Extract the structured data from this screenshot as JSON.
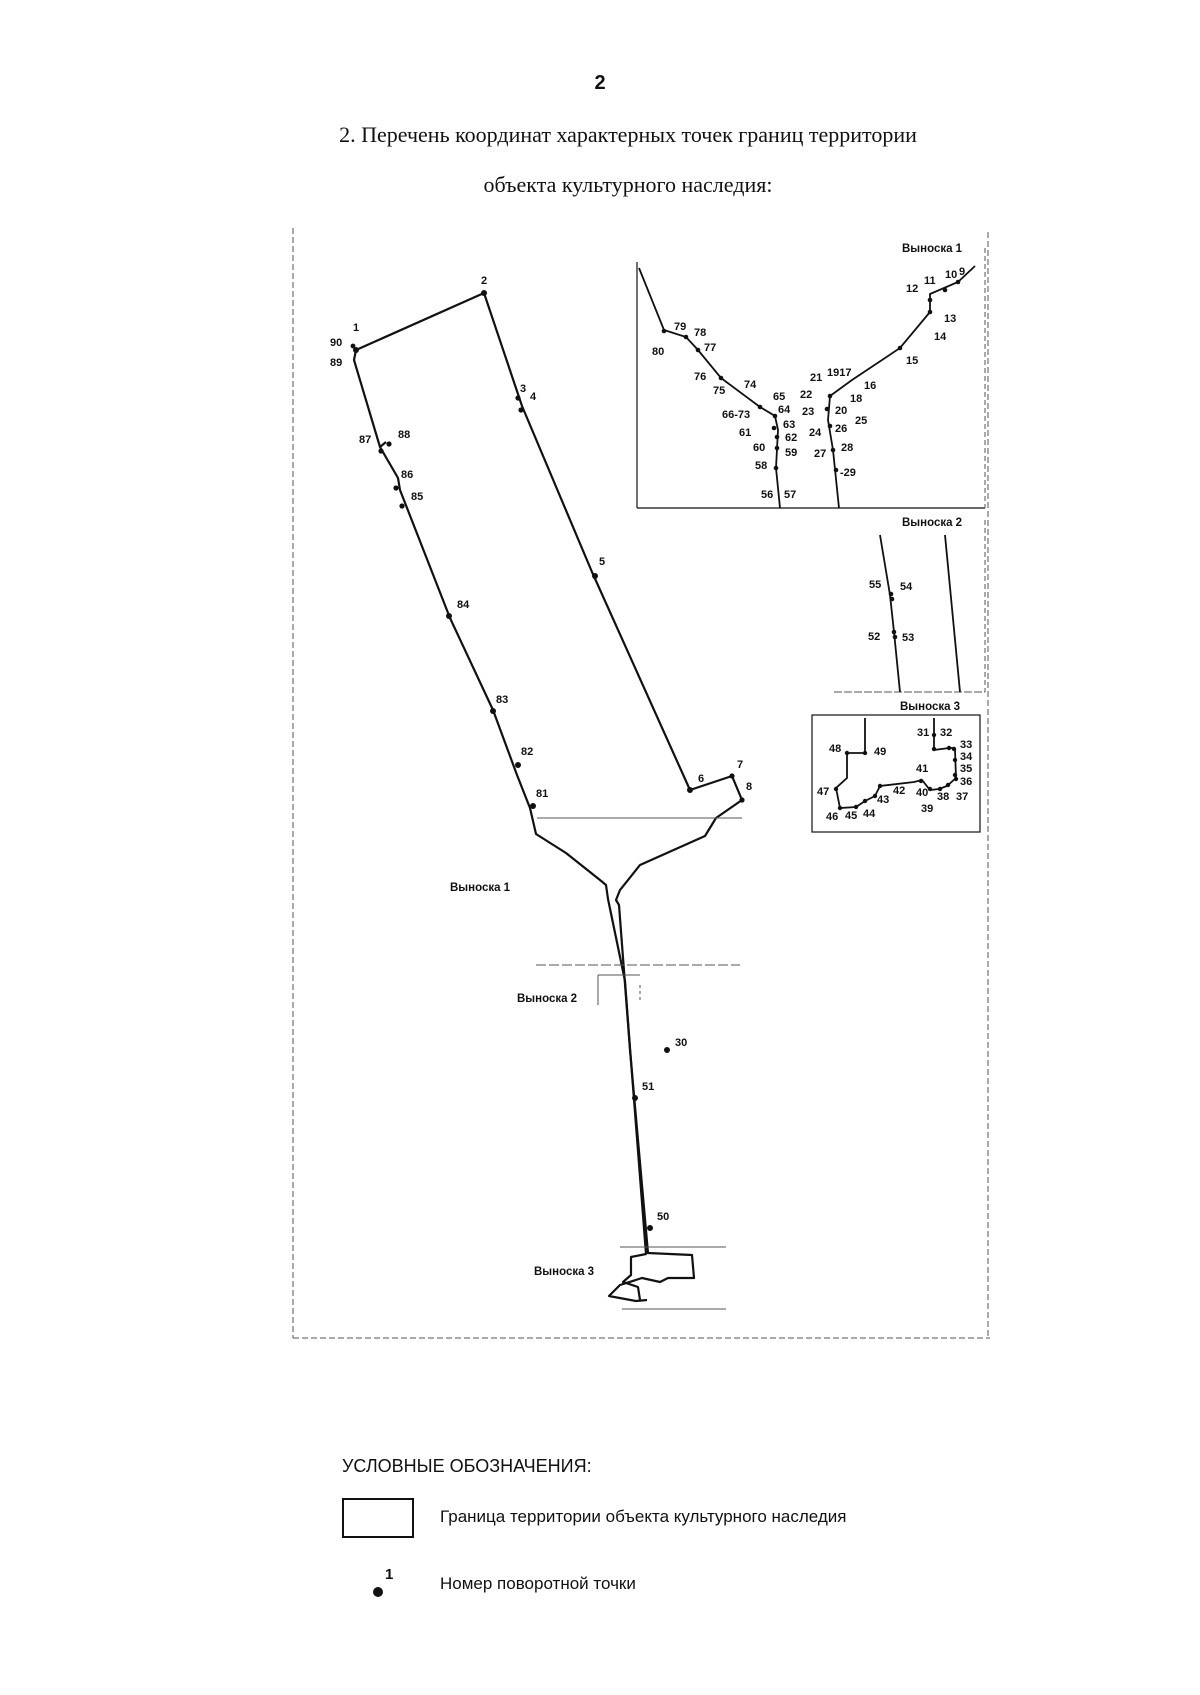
{
  "page_number": "2",
  "heading": {
    "line1": "2. Перечень координат характерных точек границ территории",
    "line2": "объекта культурного наследия:"
  },
  "callouts": {
    "callout1": "Выноска 1",
    "callout2": "Выноска 2",
    "callout3": "Выноска 3"
  },
  "legend": {
    "title": "УСЛОВНЫЕ ОБОЗНАЧЕНИЯ:",
    "boundary_label": "Граница территории объекта культурного наследия",
    "point_sample_number": "1",
    "point_label": "Номер поворотной точки"
  },
  "colors": {
    "ink": "#111111",
    "background": "#ffffff"
  }
}
